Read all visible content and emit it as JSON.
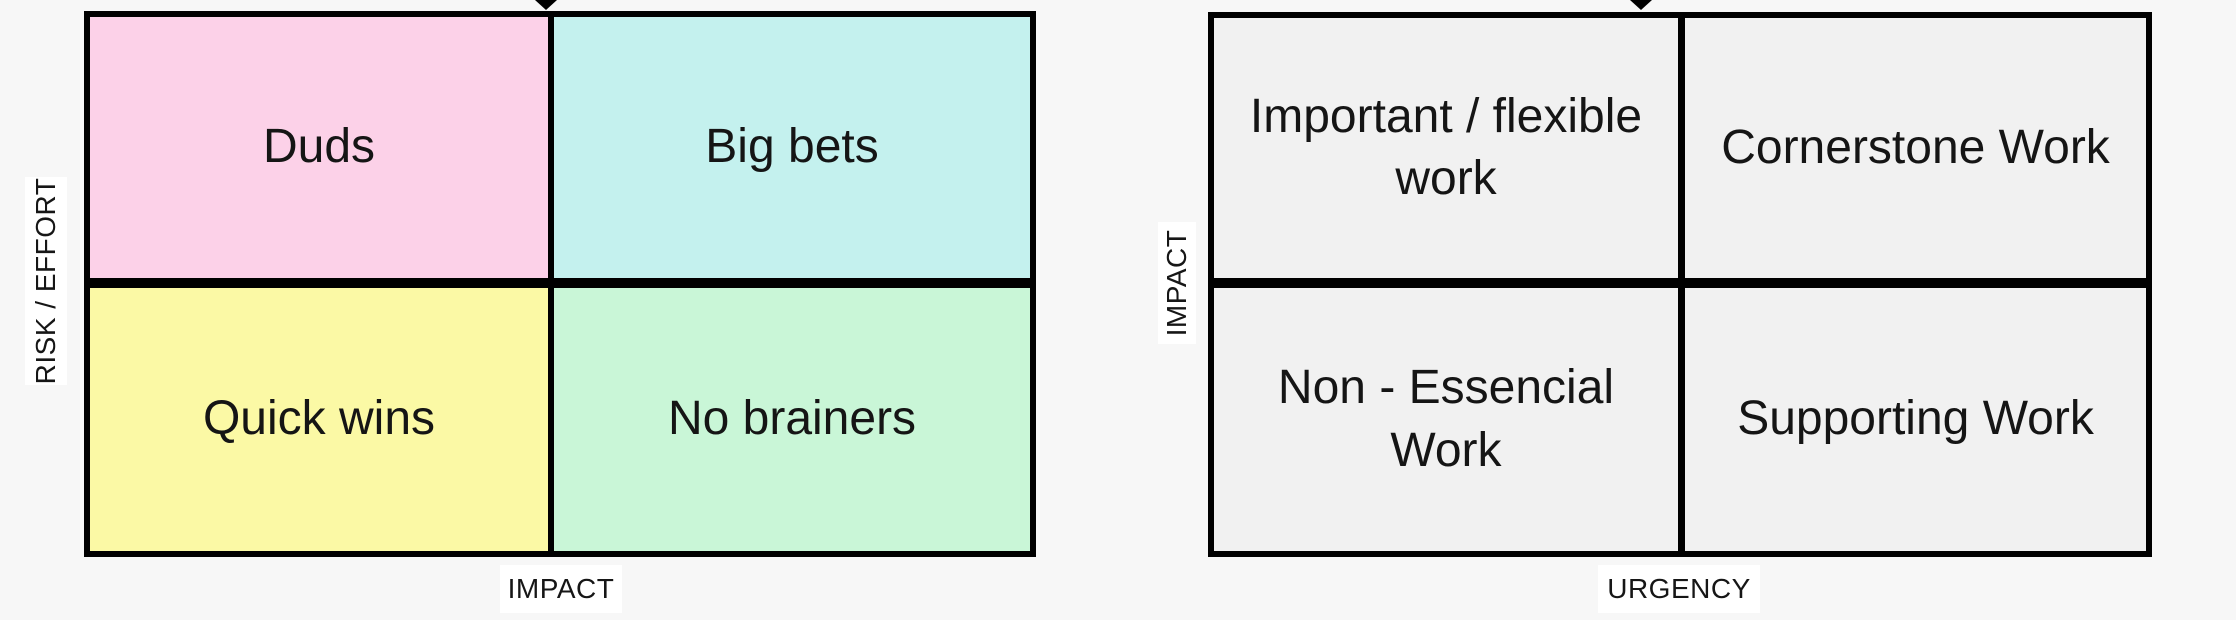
{
  "page": {
    "background": "#f7f7f7"
  },
  "style": {
    "border_color": "#000000",
    "label_background": "#ffffff",
    "text_color": "#151515"
  },
  "left_matrix": {
    "y_axis_label": "RISK / EFFORT",
    "x_axis_label": "IMPACT",
    "arrow_icon": "down-arrowhead",
    "cells": {
      "top_left": {
        "label": "Duds",
        "color": "#fcd1e8"
      },
      "top_right": {
        "label": "Big bets",
        "color": "#c4f1ee"
      },
      "bottom_left": {
        "label": "Quick wins",
        "color": "#fbf9a5"
      },
      "bottom_right": {
        "label": "No brainers",
        "color": "#c9f6d7"
      }
    }
  },
  "right_matrix": {
    "y_axis_label": "IMPACT",
    "x_axis_label": "URGENCY",
    "arrow_icon": "down-arrowhead",
    "cells": {
      "top_left": {
        "label": "Important / flexible\nwork",
        "color": "#f1f1f1"
      },
      "top_right": {
        "label": "Cornerstone Work",
        "color": "#f1f1f1"
      },
      "bottom_left": {
        "label": "Non - Essencial\nWork",
        "color": "#f1f1f1"
      },
      "bottom_right": {
        "label": "Supporting Work",
        "color": "#f1f1f1"
      }
    }
  }
}
